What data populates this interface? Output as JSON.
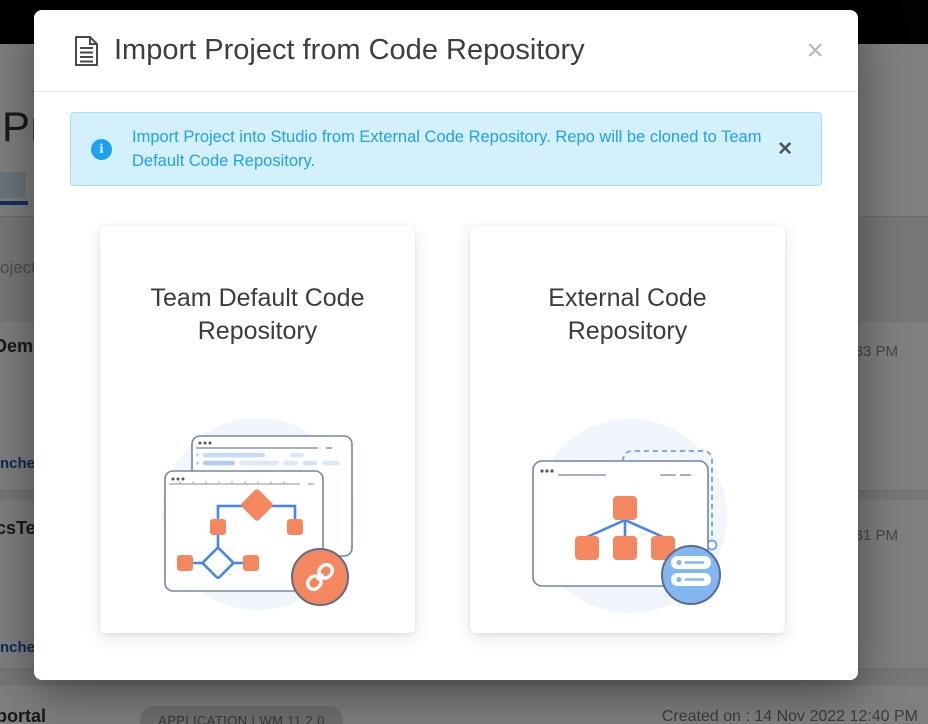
{
  "modal": {
    "title": "Import Project from Code Repository",
    "close_label": "×",
    "alert": {
      "text": "Import Project into Studio from External Code Repository. Repo will be cloned to Team Default Code Repository.",
      "info_glyph": "i",
      "close_label": "✕"
    },
    "cards": [
      {
        "title_line1": "Team Default Code",
        "title_line2": "Repository"
      },
      {
        "title_line1": "External Code",
        "title_line2": "Repository"
      }
    ]
  },
  "background": {
    "heading_fragment": "Pro",
    "search_placeholder_fragment": "oject",
    "rows": [
      {
        "name": "Demo",
        "time": "33 PM",
        "link": "nche"
      },
      {
        "name": "csTe",
        "time": "31 PM",
        "link": "nche"
      },
      {
        "name": "portal",
        "badge": "APPLICATION | WM 11.2.0",
        "created": "Created on : 14 Nov 2022 12:40 PM"
      }
    ]
  },
  "colors": {
    "accent_blue": "#1da1f2",
    "flow_blue": "#4285f4",
    "illustration_orange": "#f4875f",
    "badge_blue": "#83b7f1",
    "alert_bg": "#d5f0fd",
    "overlay": "rgba(0,0,0,0.5)"
  }
}
